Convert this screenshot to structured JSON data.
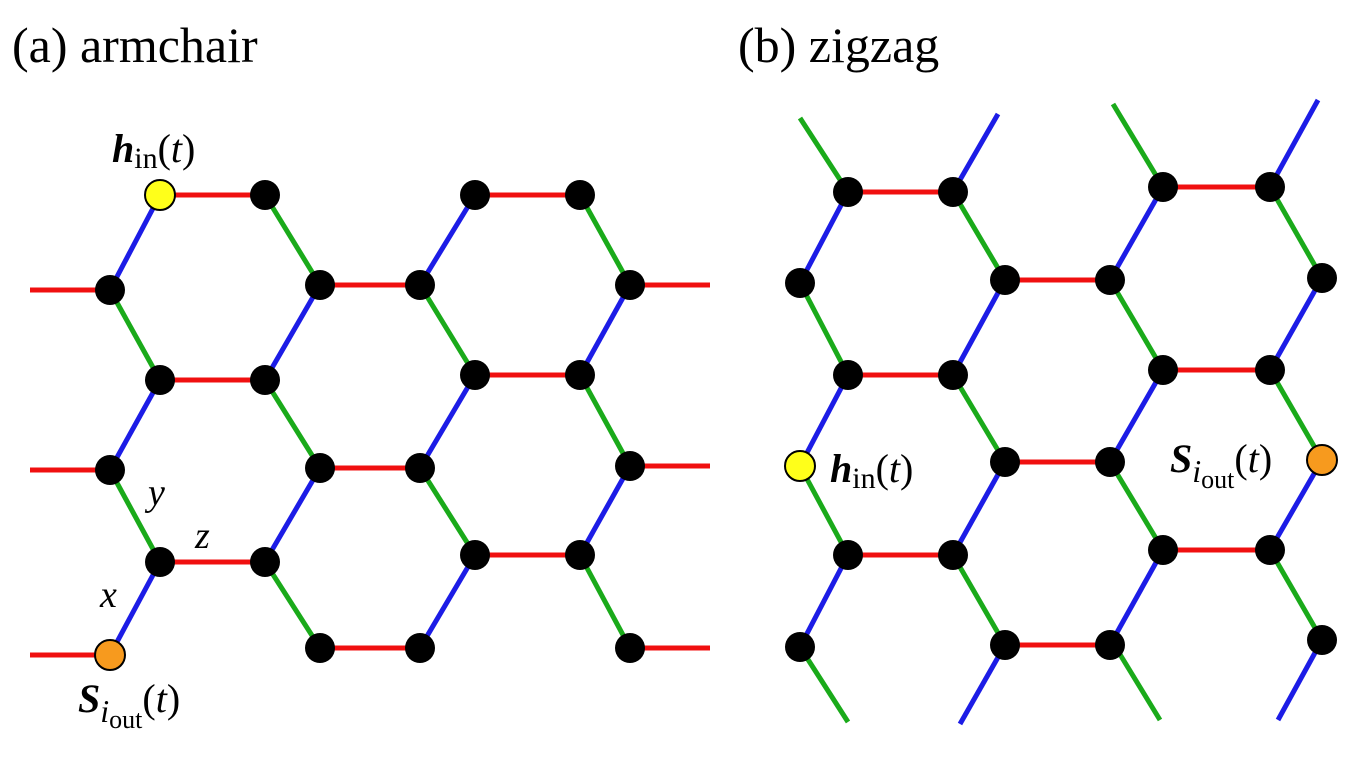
{
  "panels": [
    {
      "title": "(a) armchair"
    },
    {
      "title": "(b) zigzag"
    }
  ],
  "labels": {
    "h_main": "h",
    "h_sub": "in",
    "s_main": "S",
    "s_sub_i": "i",
    "s_sub_out": "out",
    "time_arg": "(t)",
    "time_open": "(",
    "time_var": "t",
    "time_close": ")",
    "bond_x": "x",
    "bond_y": "y",
    "bond_z": "z"
  },
  "colors": {
    "bond_x": "#1c1ce6",
    "bond_y": "#1aaa1a",
    "bond_z": "#f01010",
    "node": "#000000",
    "input_node": "#ffff1a",
    "output_node": "#f79a1e"
  }
}
